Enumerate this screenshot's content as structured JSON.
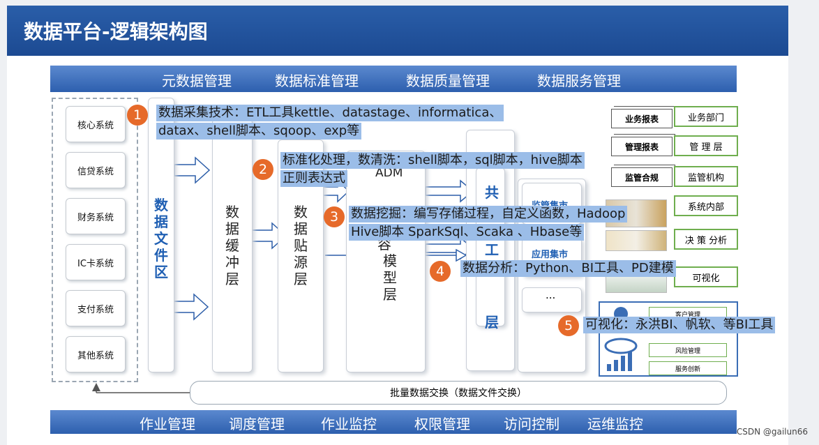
{
  "title": "数据平台-逻辑架构图",
  "top_bar": [
    "元数据管理",
    "数据标准管理",
    "数据质量管理",
    "数据服务管理"
  ],
  "bottom_bar": [
    "作业管理",
    "调度管理",
    "作业监控",
    "权限管理",
    "访问控制",
    "运维监控"
  ],
  "sources": [
    "核心系统",
    "信贷系统",
    "财务系统",
    "IC卡系统",
    "支付系统",
    "其他系统"
  ],
  "layers": {
    "file_area": "数据文件区",
    "buffer": "数据缓冲层",
    "source": "数据贴源层",
    "adm": "ADM",
    "model_tail": "模型层",
    "model_top": "容",
    "shared_a": "共",
    "shared_b": "工",
    "shared_c": "层",
    "mart": "监管集市",
    "app_mart": "应用集市",
    "ellipsis": "..."
  },
  "reports": [
    "业务报表",
    "管理报表",
    "监管合规"
  ],
  "targets": [
    "业务部门",
    "管 理 层",
    "监管机构",
    "系统内部",
    "决 策 分析",
    "可视化"
  ],
  "viz_panel": [
    "客户管理",
    "风险管理",
    "服务创新"
  ],
  "batch_exchange": "批量数据交换（数据文件交换）",
  "annotations": [
    {
      "num": "1",
      "lines": [
        "数据采集技术：ETL工具kettle、datastage、informatica、",
        "datax、shell脚本、sqoop、exp等"
      ]
    },
    {
      "num": "2",
      "lines": [
        "标准化处理，数清洗：shell脚本，sql脚本，hive脚本",
        "正则表达式"
      ]
    },
    {
      "num": "3",
      "lines": [
        "数据挖掘：编写存储过程，自定义函数，Hadoop",
        "Hive脚本 SparkSql、Scaka 、Hbase等"
      ]
    },
    {
      "num": "4",
      "lines": [
        "数据分析：Python、BI工具、PD建模"
      ]
    },
    {
      "num": "5",
      "lines": [
        "可视化：永洪BI、帆软、等BI工具"
      ]
    }
  ],
  "watermark": "CSDN @gailun66",
  "colors": {
    "title_bg": "#1c4a92",
    "bar_bg": "#2d5fae",
    "annotation_bg": "#9bbde8",
    "badge": "#e66a2a",
    "file_area_text": "#1f5fb3",
    "green_border": "#6fae4e"
  }
}
